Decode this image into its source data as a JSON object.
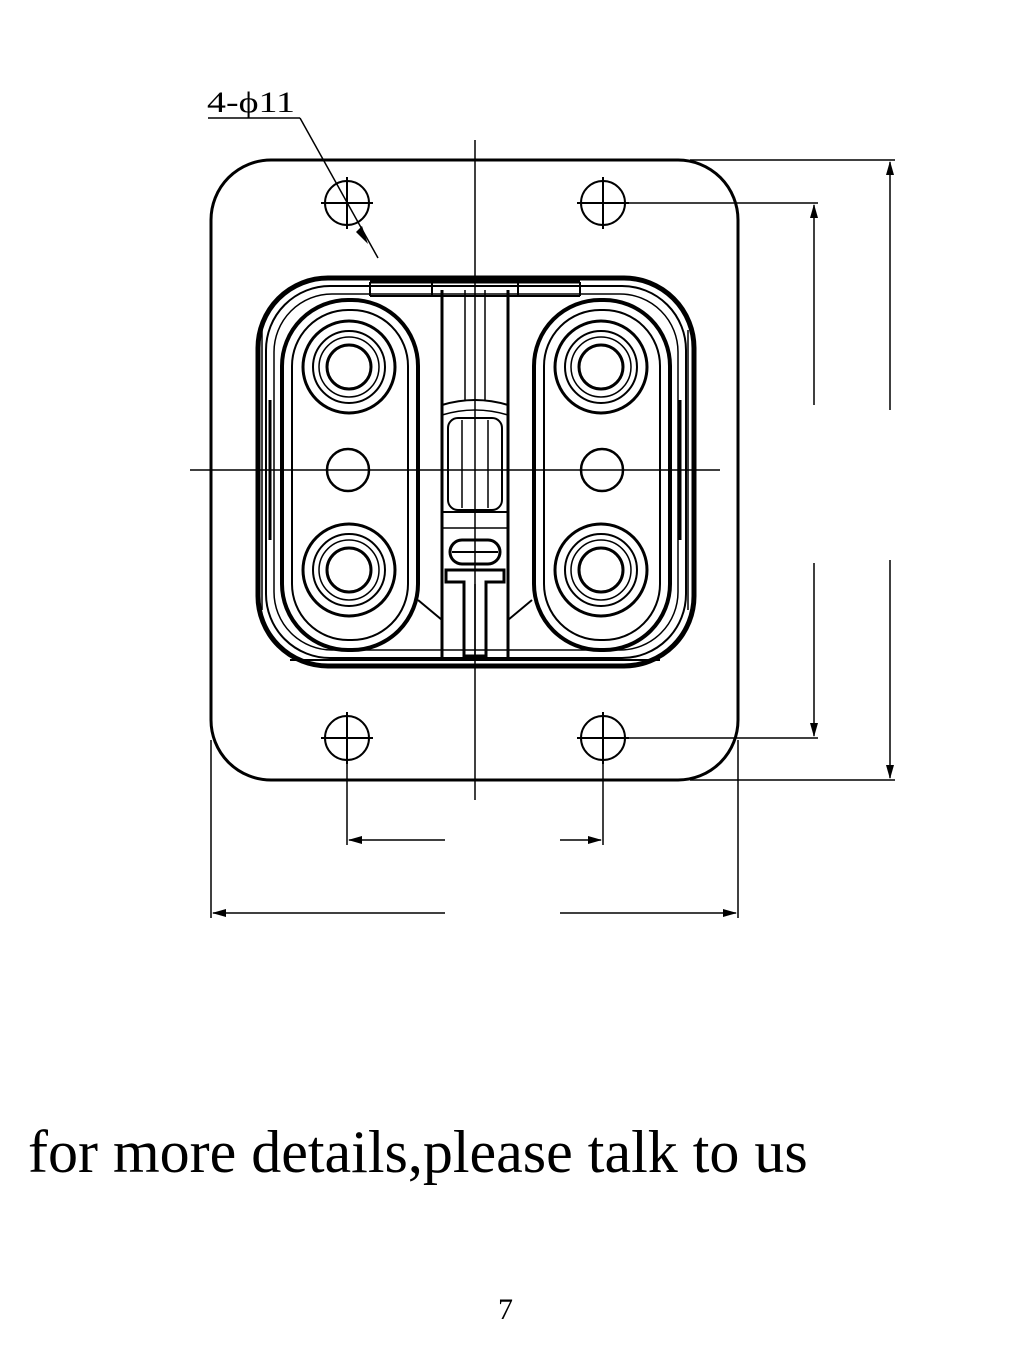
{
  "drawing": {
    "hole_callout": "4-ϕ11"
  },
  "note": {
    "text": "for more details,please talk to us"
  },
  "page": {
    "number": "7"
  }
}
